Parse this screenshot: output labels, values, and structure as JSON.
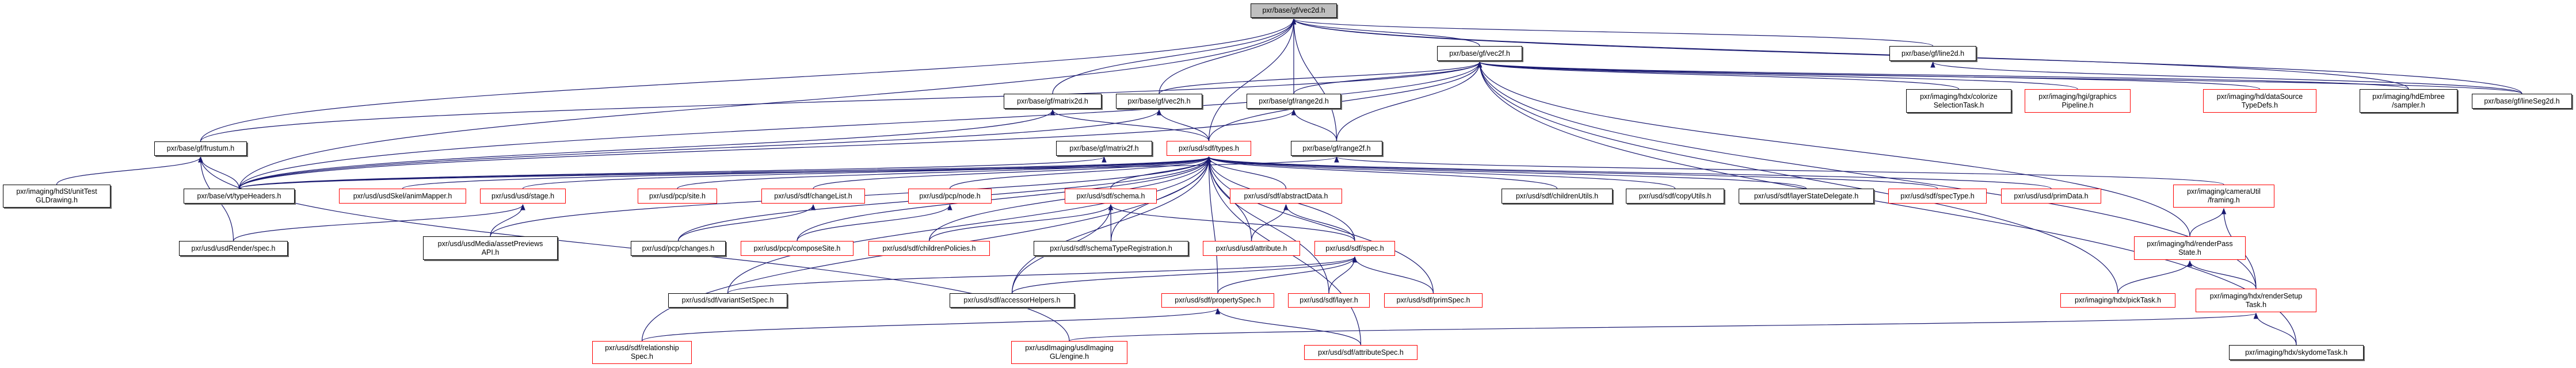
{
  "title": "pxr/base/gf/vec2d.h include dependency graph",
  "colors": {
    "edge": "#191970",
    "red_border": "#ff0000",
    "focus_fill": "#bfbfbf"
  },
  "nodes": [
    {
      "id": "vec2d",
      "lines": [
        "pxr/base/gf/vec2d.h"
      ],
      "style": "gray"
    },
    {
      "id": "vec2f",
      "lines": [
        "pxr/base/gf/vec2f.h"
      ],
      "style": "black"
    },
    {
      "id": "line2d",
      "lines": [
        "pxr/base/gf/line2d.h"
      ],
      "style": "black"
    },
    {
      "id": "matrix2d",
      "lines": [
        "pxr/base/gf/matrix2d.h"
      ],
      "style": "black"
    },
    {
      "id": "vec2h",
      "lines": [
        "pxr/base/gf/vec2h.h"
      ],
      "style": "black"
    },
    {
      "id": "range2d",
      "lines": [
        "pxr/base/gf/range2d.h"
      ],
      "style": "black"
    },
    {
      "id": "colorize",
      "lines": [
        "pxr/imaging/hdx/colorize",
        "SelectionTask.h"
      ],
      "style": "black"
    },
    {
      "id": "graphicsPipeline",
      "lines": [
        "pxr/imaging/hgi/graphics",
        "Pipeline.h"
      ],
      "style": "red"
    },
    {
      "id": "dataSourceTypeDefs",
      "lines": [
        "pxr/imaging/hd/dataSource",
        "TypeDefs.h"
      ],
      "style": "red"
    },
    {
      "id": "sampler",
      "lines": [
        "pxr/imaging/hdEmbree",
        "/sampler.h"
      ],
      "style": "black"
    },
    {
      "id": "lineSeg2d",
      "lines": [
        "pxr/base/gf/lineSeg2d.h"
      ],
      "style": "black"
    },
    {
      "id": "frustum",
      "lines": [
        "pxr/base/gf/frustum.h"
      ],
      "style": "black"
    },
    {
      "id": "matrix2f",
      "lines": [
        "pxr/base/gf/matrix2f.h"
      ],
      "style": "black"
    },
    {
      "id": "types",
      "lines": [
        "pxr/usd/sdf/types.h"
      ],
      "style": "red"
    },
    {
      "id": "range2f",
      "lines": [
        "pxr/base/gf/range2f.h"
      ],
      "style": "black"
    },
    {
      "id": "unitTestGLDrawing",
      "lines": [
        "pxr/imaging/hdSt/unitTest",
        "GLDrawing.h"
      ],
      "style": "black"
    },
    {
      "id": "typeHeaders",
      "lines": [
        "pxr/base/vt/typeHeaders.h"
      ],
      "style": "black"
    },
    {
      "id": "animMapper",
      "lines": [
        "pxr/usd/usdSkel/animMapper.h"
      ],
      "style": "red"
    },
    {
      "id": "stage",
      "lines": [
        "pxr/usd/usd/stage.h"
      ],
      "style": "red"
    },
    {
      "id": "site",
      "lines": [
        "pxr/usd/pcp/site.h"
      ],
      "style": "red"
    },
    {
      "id": "changeList",
      "lines": [
        "pxr/usd/sdf/changeList.h"
      ],
      "style": "red"
    },
    {
      "id": "node",
      "lines": [
        "pxr/usd/pcp/node.h"
      ],
      "style": "red"
    },
    {
      "id": "schema",
      "lines": [
        "pxr/usd/sdf/schema.h"
      ],
      "style": "red"
    },
    {
      "id": "abstractData",
      "lines": [
        "pxr/usd/sdf/abstractData.h"
      ],
      "style": "red"
    },
    {
      "id": "childrenUtils",
      "lines": [
        "pxr/usd/sdf/childrenUtils.h"
      ],
      "style": "black"
    },
    {
      "id": "copyUtils",
      "lines": [
        "pxr/usd/sdf/copyUtils.h"
      ],
      "style": "black"
    },
    {
      "id": "layerStateDelegate",
      "lines": [
        "pxr/usd/sdf/layerStateDelegate.h"
      ],
      "style": "black"
    },
    {
      "id": "specType",
      "lines": [
        "pxr/usd/sdf/specType.h"
      ],
      "style": "red"
    },
    {
      "id": "primData",
      "lines": [
        "pxr/usd/usd/primData.h"
      ],
      "style": "red"
    },
    {
      "id": "framing",
      "lines": [
        "pxr/imaging/cameraUtil",
        "/framing.h"
      ],
      "style": "red"
    },
    {
      "id": "usdRenderSpec",
      "lines": [
        "pxr/usd/usdRender/spec.h"
      ],
      "style": "black"
    },
    {
      "id": "assetPreviews",
      "lines": [
        "pxr/usd/usdMedia/assetPreviews",
        "API.h"
      ],
      "style": "black"
    },
    {
      "id": "changes",
      "lines": [
        "pxr/usd/pcp/changes.h"
      ],
      "style": "black"
    },
    {
      "id": "composeSite",
      "lines": [
        "pxr/usd/pcp/composeSite.h"
      ],
      "style": "red"
    },
    {
      "id": "childrenPolicies",
      "lines": [
        "pxr/usd/sdf/childrenPolicies.h"
      ],
      "style": "red"
    },
    {
      "id": "schemaTypeRegistration",
      "lines": [
        "pxr/usd/sdf/schemaTypeRegistration.h"
      ],
      "style": "black"
    },
    {
      "id": "attribute",
      "lines": [
        "pxr/usd/usd/attribute.h"
      ],
      "style": "red"
    },
    {
      "id": "spec",
      "lines": [
        "pxr/usd/sdf/spec.h"
      ],
      "style": "red"
    },
    {
      "id": "renderPassState",
      "lines": [
        "pxr/imaging/hd/renderPass",
        "State.h"
      ],
      "style": "red"
    },
    {
      "id": "variantSetSpec",
      "lines": [
        "pxr/usd/sdf/variantSetSpec.h"
      ],
      "style": "black"
    },
    {
      "id": "accessorHelpers",
      "lines": [
        "pxr/usd/sdf/accessorHelpers.h"
      ],
      "style": "black"
    },
    {
      "id": "propertySpec",
      "lines": [
        "pxr/usd/sdf/propertySpec.h"
      ],
      "style": "red"
    },
    {
      "id": "layer",
      "lines": [
        "pxr/usd/sdf/layer.h"
      ],
      "style": "red"
    },
    {
      "id": "primSpec",
      "lines": [
        "pxr/usd/sdf/primSpec.h"
      ],
      "style": "red"
    },
    {
      "id": "pickTask",
      "lines": [
        "pxr/imaging/hdx/pickTask.h"
      ],
      "style": "red"
    },
    {
      "id": "renderSetupTask",
      "lines": [
        "pxr/imaging/hdx/renderSetup",
        "Task.h"
      ],
      "style": "red"
    },
    {
      "id": "relationshipSpec",
      "lines": [
        "pxr/usd/sdf/relationship",
        "Spec.h"
      ],
      "style": "red"
    },
    {
      "id": "engine",
      "lines": [
        "pxr/usdImaging/usdImaging",
        "GL/engine.h"
      ],
      "style": "red"
    },
    {
      "id": "attributeSpec",
      "lines": [
        "pxr/usd/sdf/attributeSpec.h"
      ],
      "style": "red"
    },
    {
      "id": "skydomeTask",
      "lines": [
        "pxr/imaging/hdx/skydomeTask.h"
      ],
      "style": "black"
    }
  ],
  "edges": [
    [
      "frustum",
      "vec2d"
    ],
    [
      "typeHeaders",
      "vec2d"
    ],
    [
      "matrix2d",
      "vec2d"
    ],
    [
      "vec2h",
      "vec2d"
    ],
    [
      "range2d",
      "vec2d"
    ],
    [
      "types",
      "vec2d"
    ],
    [
      "range2f",
      "vec2d"
    ],
    [
      "vec2f",
      "vec2d"
    ],
    [
      "line2d",
      "vec2d"
    ],
    [
      "lineSeg2d",
      "vec2d"
    ],
    [
      "sampler",
      "vec2d"
    ],
    [
      "vec2h",
      "vec2f"
    ],
    [
      "range2d",
      "vec2f"
    ],
    [
      "types",
      "vec2f"
    ],
    [
      "range2f",
      "vec2f"
    ],
    [
      "typeHeaders",
      "vec2f"
    ],
    [
      "frustum",
      "vec2f"
    ],
    [
      "colorize",
      "vec2f"
    ],
    [
      "graphicsPipeline",
      "vec2f"
    ],
    [
      "dataSourceTypeDefs",
      "vec2f"
    ],
    [
      "sampler",
      "vec2f"
    ],
    [
      "lineSeg2d",
      "vec2f"
    ],
    [
      "renderPassState",
      "vec2f"
    ],
    [
      "pickTask",
      "vec2f"
    ],
    [
      "skydomeTask",
      "vec2f"
    ],
    [
      "renderSetupTask",
      "vec2f"
    ],
    [
      "lineSeg2d",
      "line2d"
    ],
    [
      "typeHeaders",
      "matrix2d"
    ],
    [
      "types",
      "matrix2d"
    ],
    [
      "typeHeaders",
      "vec2h"
    ],
    [
      "types",
      "vec2h"
    ],
    [
      "typeHeaders",
      "range2d"
    ],
    [
      "range2f",
      "range2d"
    ],
    [
      "typeHeaders",
      "range2f"
    ],
    [
      "framing",
      "range2f"
    ],
    [
      "typeHeaders",
      "matrix2f"
    ],
    [
      "unitTestGLDrawing",
      "frustum"
    ],
    [
      "typeHeaders",
      "frustum"
    ],
    [
      "usdRenderSpec",
      "frustum"
    ],
    [
      "engine",
      "frustum"
    ],
    [
      "typeHeaders",
      "types"
    ],
    [
      "animMapper",
      "types"
    ],
    [
      "stage",
      "types"
    ],
    [
      "site",
      "types"
    ],
    [
      "changeList",
      "types"
    ],
    [
      "node",
      "types"
    ],
    [
      "schema",
      "types"
    ],
    [
      "abstractData",
      "types"
    ],
    [
      "childrenPolicies",
      "types"
    ],
    [
      "schemaTypeRegistration",
      "types"
    ],
    [
      "attribute",
      "types"
    ],
    [
      "spec",
      "types"
    ],
    [
      "propertySpec",
      "types"
    ],
    [
      "layer",
      "types"
    ],
    [
      "primSpec",
      "types"
    ],
    [
      "attributeSpec",
      "types"
    ],
    [
      "childrenUtils",
      "types"
    ],
    [
      "copyUtils",
      "types"
    ],
    [
      "layerStateDelegate",
      "types"
    ],
    [
      "specType",
      "types"
    ],
    [
      "primData",
      "types"
    ],
    [
      "assetPreviews",
      "types"
    ],
    [
      "variantSetSpec",
      "types"
    ],
    [
      "accessorHelpers",
      "types"
    ],
    [
      "relationshipSpec",
      "types"
    ],
    [
      "composeSite",
      "types"
    ],
    [
      "changes",
      "types"
    ],
    [
      "usdRenderSpec",
      "stage"
    ],
    [
      "assetPreviews",
      "stage"
    ],
    [
      "changes",
      "changeList"
    ],
    [
      "composeSite",
      "node"
    ],
    [
      "childrenPolicies",
      "schema"
    ],
    [
      "schemaTypeRegistration",
      "schema"
    ],
    [
      "accessorHelpers",
      "schema"
    ],
    [
      "spec",
      "schema"
    ],
    [
      "attribute",
      "abstractData"
    ],
    [
      "spec",
      "abstractData"
    ],
    [
      "accessorHelpers",
      "spec"
    ],
    [
      "variantSetSpec",
      "spec"
    ],
    [
      "propertySpec",
      "spec"
    ],
    [
      "layer",
      "spec"
    ],
    [
      "primSpec",
      "spec"
    ],
    [
      "relationshipSpec",
      "propertySpec"
    ],
    [
      "attributeSpec",
      "propertySpec"
    ],
    [
      "renderPassState",
      "framing"
    ],
    [
      "renderSetupTask",
      "framing"
    ],
    [
      "pickTask",
      "renderPassState"
    ],
    [
      "renderSetupTask",
      "renderPassState"
    ],
    [
      "skydomeTask",
      "renderSetupTask"
    ],
    [
      "engine",
      "renderSetupTask"
    ]
  ]
}
